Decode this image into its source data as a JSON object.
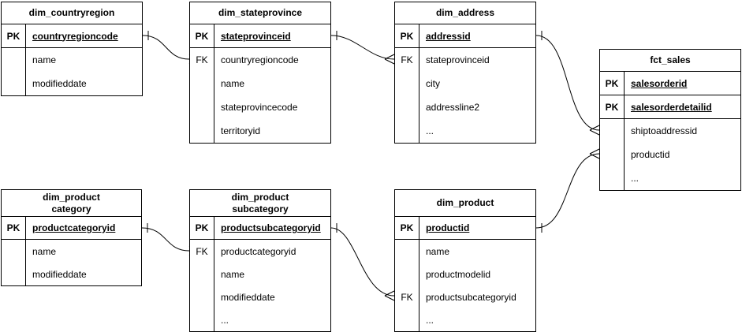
{
  "colors": {
    "stroke": "#000000",
    "background": "#ffffff",
    "text": "#000000"
  },
  "tables": {
    "dim_countryregion": {
      "title": "dim_countryregion",
      "rows": [
        {
          "key": "PK",
          "field": "countryregioncode"
        },
        {
          "key": "",
          "field": "name"
        },
        {
          "key": "",
          "field": "modifieddate"
        }
      ]
    },
    "dim_stateprovince": {
      "title": "dim_stateprovince",
      "rows": [
        {
          "key": "PK",
          "field": "stateprovinceid"
        },
        {
          "key": "FK",
          "field": "countryregioncode"
        },
        {
          "key": "",
          "field": "name"
        },
        {
          "key": "",
          "field": "stateprovincecode"
        },
        {
          "key": "",
          "field": "territoryid"
        }
      ]
    },
    "dim_address": {
      "title": "dim_address",
      "rows": [
        {
          "key": "PK",
          "field": "addressid"
        },
        {
          "key": "FK",
          "field": "stateprovinceid"
        },
        {
          "key": "",
          "field": "city"
        },
        {
          "key": "",
          "field": "addressline2"
        },
        {
          "key": "",
          "field": "..."
        }
      ]
    },
    "fct_sales": {
      "title": "fct_sales",
      "rows": [
        {
          "key": "PK",
          "field": "salesorderid"
        },
        {
          "key": "PK",
          "field": "salesorderdetailid"
        },
        {
          "key": "",
          "field": "shiptoaddressid"
        },
        {
          "key": "",
          "field": "productid"
        },
        {
          "key": "",
          "field": "..."
        }
      ]
    },
    "dim_productcategory": {
      "title": "dim_product\ncategory",
      "rows": [
        {
          "key": "PK",
          "field": "productcategoryid"
        },
        {
          "key": "",
          "field": "name"
        },
        {
          "key": "",
          "field": "modifieddate"
        }
      ]
    },
    "dim_productsubcategory": {
      "title": "dim_product\nsubcategory",
      "rows": [
        {
          "key": "PK",
          "field": "productsubcategoryid"
        },
        {
          "key": "FK",
          "field": "productcategoryid"
        },
        {
          "key": "",
          "field": "name"
        },
        {
          "key": "",
          "field": "modifieddate"
        },
        {
          "key": "",
          "field": "..."
        }
      ]
    },
    "dim_product": {
      "title": "dim_product",
      "rows": [
        {
          "key": "PK",
          "field": "productid"
        },
        {
          "key": "",
          "field": "name"
        },
        {
          "key": "",
          "field": "productmodelid"
        },
        {
          "key": "FK",
          "field": "productsubcategoryid"
        },
        {
          "key": "",
          "field": "..."
        }
      ]
    }
  },
  "relationships": [
    {
      "from": "dim_countryregion.countryregioncode",
      "to": "dim_stateprovince.countryregioncode",
      "cardinality": "one-to-many"
    },
    {
      "from": "dim_stateprovince.stateprovinceid",
      "to": "dim_address.stateprovinceid",
      "cardinality": "one-to-many"
    },
    {
      "from": "dim_address.addressid",
      "to": "fct_sales.shiptoaddressid",
      "cardinality": "one-to-many"
    },
    {
      "from": "dim_product.productid",
      "to": "fct_sales.productid",
      "cardinality": "one-to-many"
    },
    {
      "from": "dim_productcategory.productcategoryid",
      "to": "dim_productsubcategory.productcategoryid",
      "cardinality": "one-to-many"
    },
    {
      "from": "dim_productsubcategory.productsubcategoryid",
      "to": "dim_product.productsubcategoryid",
      "cardinality": "one-to-many"
    }
  ]
}
